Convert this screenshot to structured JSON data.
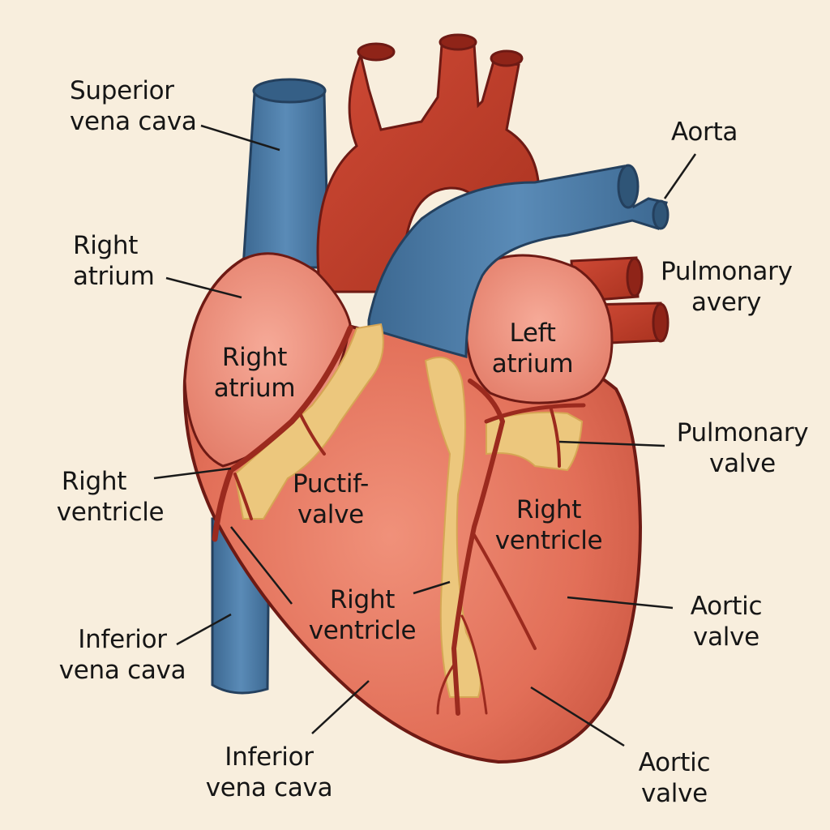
{
  "colors": {
    "background": "#f8eedd",
    "vein_blue": "#4a7aa6",
    "artery_red": "#c6412f",
    "muscle": "#e8735e",
    "atrium": "#ee9887",
    "fat": "#ecc77d",
    "outline": "#6e1a14"
  },
  "labels": {
    "superior_vena_cava": [
      "Superior",
      "vena cava"
    ],
    "aorta": [
      "Aorta"
    ],
    "right_atrium_outer": [
      "Right",
      "atrium"
    ],
    "pulmonary_artery": [
      "Pulmonary",
      "avery"
    ],
    "right_atrium_inner": [
      "Right",
      "atrium"
    ],
    "left_atrium": [
      "Left",
      "atrium"
    ],
    "pulmonary_valve": [
      "Pulmonary",
      "valve"
    ],
    "right_ventricle_outer": [
      "Right",
      "ventricle"
    ],
    "puctif_valve": [
      "Puctif-",
      "valve"
    ],
    "right_ventricle_right": [
      "Right",
      "ventricle"
    ],
    "right_ventricle_center": [
      "Right",
      "ventricle"
    ],
    "aortic_valve_upper": [
      "Aortic",
      "valve"
    ],
    "inferior_vena_cava_outer": [
      "Inferior",
      "vena cava"
    ],
    "inferior_vena_cava_bottom": [
      "Inferior",
      "vena cava"
    ],
    "aortic_valve_lower": [
      "Aortic",
      "valve"
    ]
  }
}
